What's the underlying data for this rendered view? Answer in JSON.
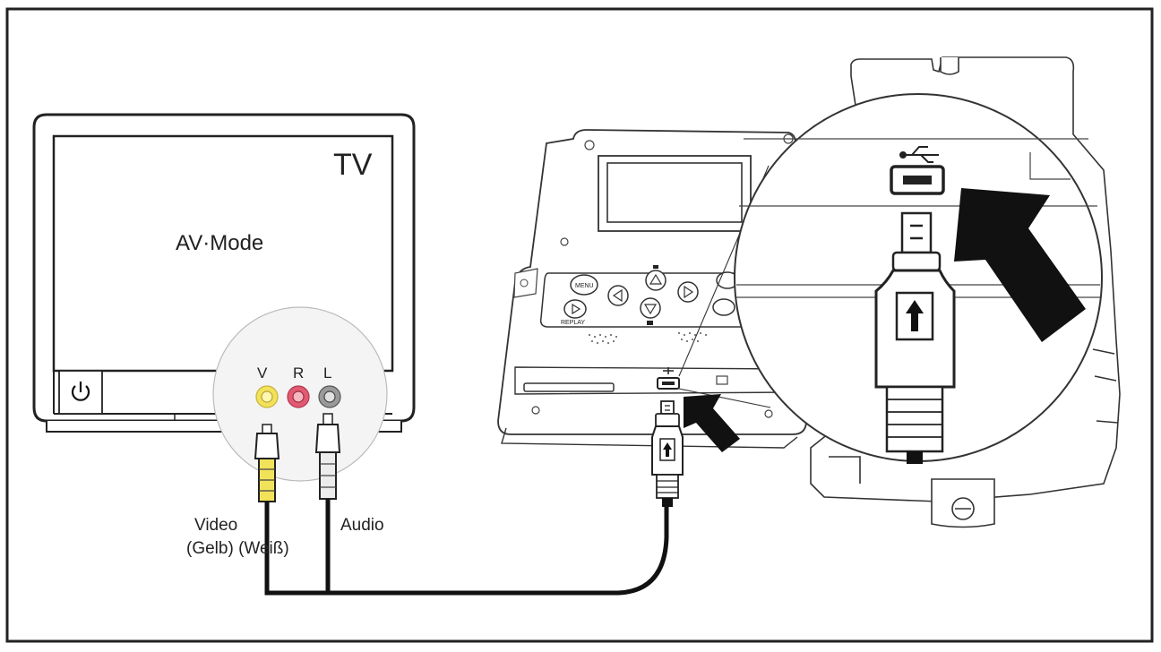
{
  "tv": {
    "label": "TV",
    "mode_text": "AV·Mode"
  },
  "av_ports": {
    "video_letter": "V",
    "right_letter": "R",
    "left_letter": "L"
  },
  "camera": {
    "menu_button": "MENU",
    "replay_button": "REPLAY"
  },
  "cables": {
    "video_label": "Video",
    "audio_label": "Audio",
    "color_labels": "(Gelb) (Weiß)"
  },
  "colors": {
    "video_yellow": "#f2e25a",
    "right_red": "#e25a72",
    "left_grey": "#9a9a9a",
    "cable": "#111111"
  }
}
